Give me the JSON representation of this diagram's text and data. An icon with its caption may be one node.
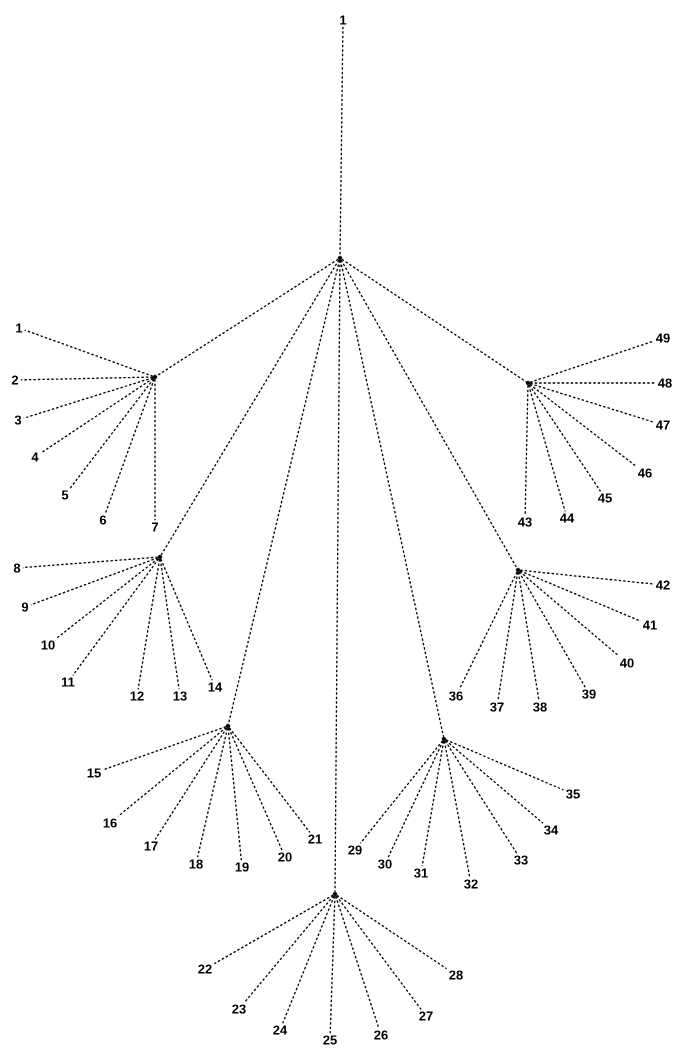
{
  "diagram": {
    "nodes": [
      {
        "text": [
          "1"
        ]
      },
      {
        "text": [],
        "shape": "circle"
      },
      {
        "text": [],
        "shape": "circle"
      },
      {
        "text": [],
        "shape": "circle"
      },
      {
        "text": [],
        "shape": "circle"
      },
      {
        "text": [],
        "shape": "circle"
      },
      {
        "text": [],
        "shape": "circle"
      },
      {
        "text": [],
        "shape": "circle"
      },
      {
        "text": [],
        "shape": "circle"
      },
      {
        "text": [
          "1"
        ]
      },
      {
        "text": [
          "2"
        ]
      },
      {
        "text": [
          "3"
        ]
      },
      {
        "text": [
          "4"
        ]
      },
      {
        "text": [
          "5"
        ]
      },
      {
        "text": [
          "6"
        ]
      },
      {
        "text": [
          "7"
        ]
      },
      {
        "text": [
          "8"
        ]
      },
      {
        "text": [
          "9"
        ]
      },
      {
        "text": [
          "10"
        ]
      },
      {
        "text": [
          "11"
        ]
      },
      {
        "text": [
          "12"
        ]
      },
      {
        "text": [
          "13"
        ]
      },
      {
        "text": [
          "14"
        ]
      },
      {
        "text": [
          "15"
        ]
      },
      {
        "text": [
          "16"
        ]
      },
      {
        "text": [
          "17"
        ]
      },
      {
        "text": [
          "18"
        ]
      },
      {
        "text": [
          "19"
        ]
      },
      {
        "text": [
          "20"
        ]
      },
      {
        "text": [
          "21"
        ]
      },
      {
        "text": [
          "22"
        ]
      },
      {
        "text": [
          "23"
        ]
      },
      {
        "text": [
          "24"
        ]
      },
      {
        "text": [
          "25"
        ]
      },
      {
        "text": [
          "26"
        ]
      },
      {
        "text": [
          "27"
        ]
      },
      {
        "text": [
          "28"
        ]
      },
      {
        "text": [
          "29"
        ]
      },
      {
        "text": [
          "30"
        ]
      },
      {
        "text": [
          "31"
        ]
      },
      {
        "text": [
          "32"
        ]
      },
      {
        "text": [
          "33"
        ]
      },
      {
        "text": [
          "34"
        ]
      },
      {
        "text": [
          "35"
        ]
      },
      {
        "text": [
          "36"
        ]
      },
      {
        "text": [
          "37"
        ]
      },
      {
        "text": [
          "38"
        ]
      },
      {
        "text": [
          "39"
        ]
      },
      {
        "text": [
          "40"
        ]
      },
      {
        "text": [
          "41"
        ]
      },
      {
        "text": [
          "42"
        ]
      },
      {
        "text": [
          "43"
        ]
      },
      {
        "text": [
          "44"
        ]
      },
      {
        "text": [
          "45"
        ]
      },
      {
        "text": [
          "46"
        ]
      },
      {
        "text": [
          "47"
        ]
      },
      {
        "text": [
          "48"
        ]
      },
      {
        "text": [
          "49"
        ]
      }
    ],
    "edges": [
      {
        "from": 0,
        "to": 1,
        "arrow": "none"
      },
      {
        "from": 1,
        "to": 2,
        "arrow": "none"
      },
      {
        "from": 1,
        "to": 3,
        "arrow": "none"
      },
      {
        "from": 1,
        "to": 4,
        "arrow": "none"
      },
      {
        "from": 1,
        "to": 5,
        "arrow": "none"
      },
      {
        "from": 1,
        "to": 6,
        "arrow": "none"
      },
      {
        "from": 1,
        "to": 7,
        "arrow": "none"
      },
      {
        "from": 1,
        "to": 8,
        "arrow": "none"
      },
      {
        "from": 2,
        "to": 9,
        "arrow": "none"
      },
      {
        "from": 2,
        "to": 10,
        "arrow": "none"
      },
      {
        "from": 2,
        "to": 11,
        "arrow": "none"
      },
      {
        "from": 2,
        "to": 12,
        "arrow": "none"
      },
      {
        "from": 2,
        "to": 13,
        "arrow": "none"
      },
      {
        "from": 2,
        "to": 14,
        "arrow": "none"
      },
      {
        "from": 2,
        "to": 15,
        "arrow": "none"
      },
      {
        "from": 3,
        "to": 16,
        "arrow": "none"
      },
      {
        "from": 3,
        "to": 17,
        "arrow": "none"
      },
      {
        "from": 3,
        "to": 18,
        "arrow": "none"
      },
      {
        "from": 3,
        "to": 19,
        "arrow": "none"
      },
      {
        "from": 3,
        "to": 20,
        "arrow": "none"
      },
      {
        "from": 3,
        "to": 21,
        "arrow": "none"
      },
      {
        "from": 3,
        "to": 22,
        "arrow": "none"
      },
      {
        "from": 4,
        "to": 23,
        "arrow": "none"
      },
      {
        "from": 4,
        "to": 24,
        "arrow": "none"
      },
      {
        "from": 4,
        "to": 25,
        "arrow": "none"
      },
      {
        "from": 4,
        "to": 26,
        "arrow": "none"
      },
      {
        "from": 4,
        "to": 27,
        "arrow": "none"
      },
      {
        "from": 4,
        "to": 28,
        "arrow": "none"
      },
      {
        "from": 4,
        "to": 29,
        "arrow": "none"
      },
      {
        "from": 5,
        "to": 30,
        "arrow": "none"
      },
      {
        "from": 5,
        "to": 31,
        "arrow": "none"
      },
      {
        "from": 5,
        "to": 32,
        "arrow": "none"
      },
      {
        "from": 5,
        "to": 33,
        "arrow": "none"
      },
      {
        "from": 5,
        "to": 34,
        "arrow": "none"
      },
      {
        "from": 5,
        "to": 35,
        "arrow": "none"
      },
      {
        "from": 5,
        "to": 36,
        "arrow": "none"
      },
      {
        "from": 6,
        "to": 37,
        "arrow": "none"
      },
      {
        "from": 6,
        "to": 38,
        "arrow": "none"
      },
      {
        "from": 6,
        "to": 39,
        "arrow": "none"
      },
      {
        "from": 6,
        "to": 40,
        "arrow": "none"
      },
      {
        "from": 6,
        "to": 41,
        "arrow": "none"
      },
      {
        "from": 6,
        "to": 42,
        "arrow": "none"
      },
      {
        "from": 6,
        "to": 43,
        "arrow": "none"
      },
      {
        "from": 7,
        "to": 44,
        "arrow": "none"
      },
      {
        "from": 7,
        "to": 45,
        "arrow": "none"
      },
      {
        "from": 7,
        "to": 46,
        "arrow": "none"
      },
      {
        "from": 7,
        "to": 47,
        "arrow": "none"
      },
      {
        "from": 7,
        "to": 48,
        "arrow": "none"
      },
      {
        "from": 7,
        "to": 49,
        "arrow": "none"
      },
      {
        "from": 7,
        "to": 50,
        "arrow": "none"
      },
      {
        "from": 8,
        "to": 51,
        "arrow": "none"
      },
      {
        "from": 8,
        "to": 52,
        "arrow": "none"
      },
      {
        "from": 8,
        "to": 53,
        "arrow": "none"
      },
      {
        "from": 8,
        "to": 54,
        "arrow": "none"
      },
      {
        "from": 8,
        "to": 55,
        "arrow": "none"
      },
      {
        "from": 8,
        "to": 56,
        "arrow": "none"
      },
      {
        "from": 8,
        "to": 57,
        "arrow": "none"
      }
    ]
  }
}
